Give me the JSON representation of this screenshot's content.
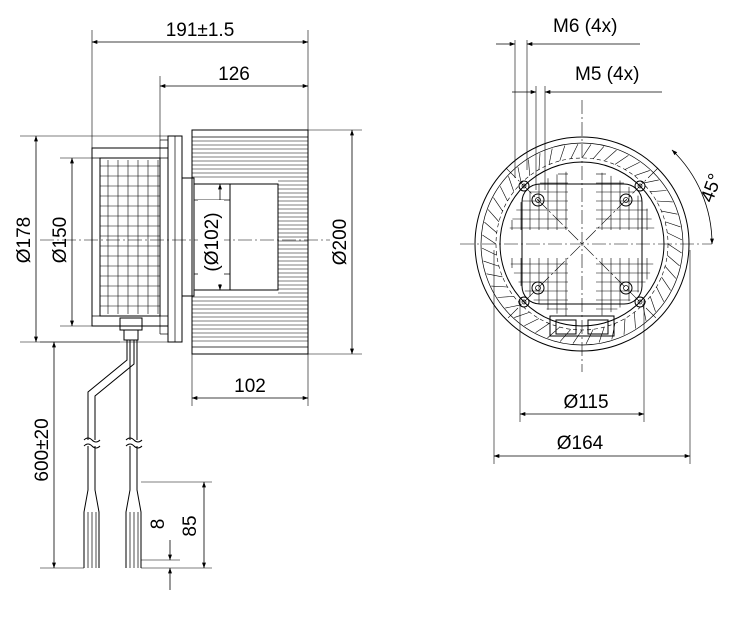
{
  "dimensions": {
    "overall_length": "191±1.5",
    "rotor_length": "126",
    "housing_dia": "Ø178",
    "flange_dia": "Ø150",
    "hub_dia": "(Ø102)",
    "impeller_dia": "Ø200",
    "impeller_width": "102",
    "cable_length": "600±20",
    "strip_short": "8",
    "strip_long": "85",
    "thread_m6": "M6 (4x)",
    "thread_m5": "M5 (4x)",
    "angle": "45°",
    "bolt_circle_small": "Ø115",
    "bolt_circle_large": "Ø164"
  }
}
